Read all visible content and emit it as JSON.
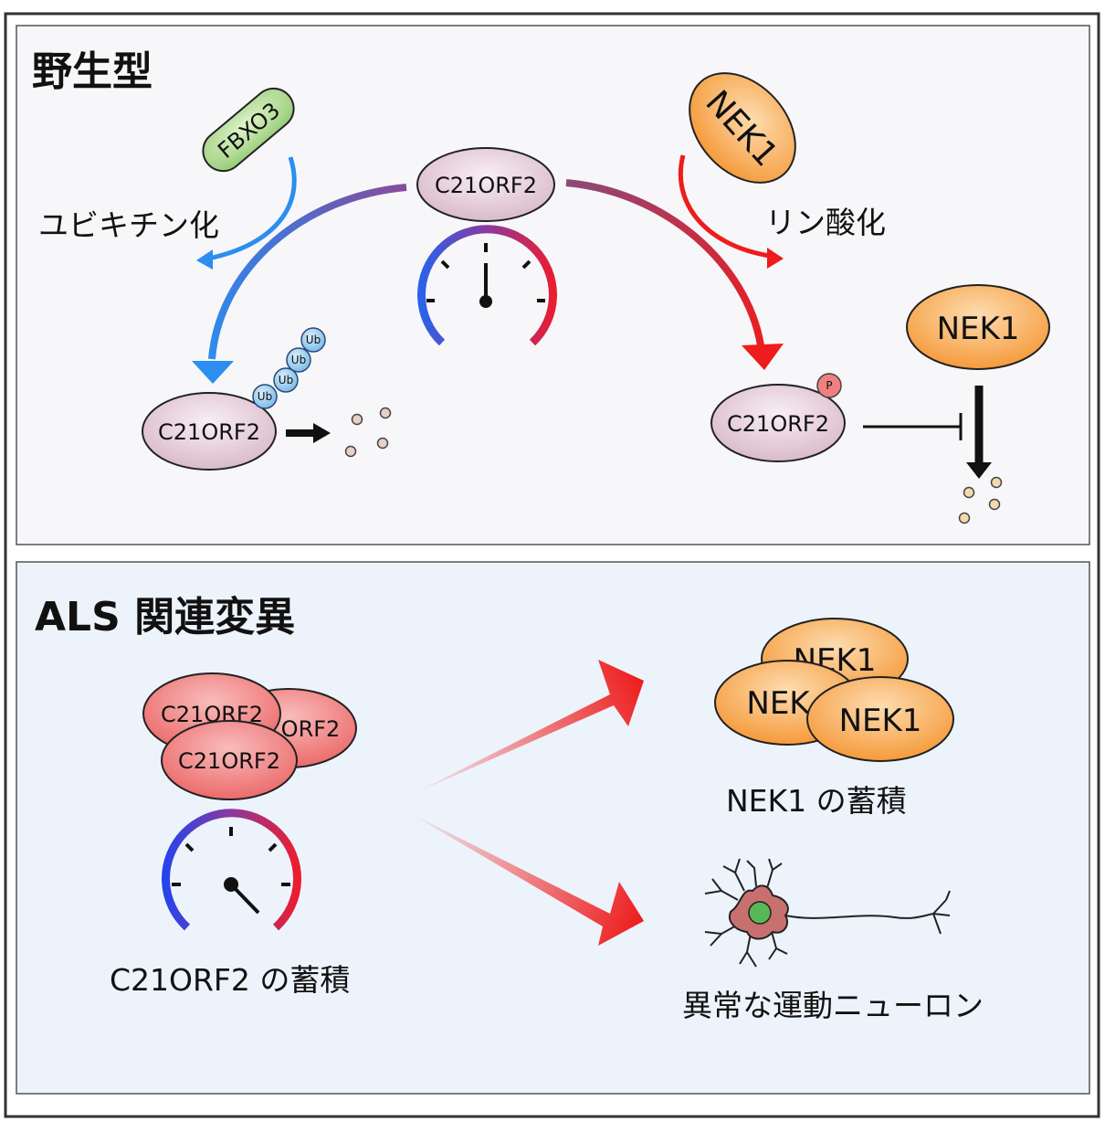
{
  "panels": {
    "wild_type": {
      "title": "野生型"
    },
    "als": {
      "title": "ALS 関連変異"
    }
  },
  "proteins": {
    "c21orf2": "C21ORF2",
    "c21orf2_partial": "ORF2",
    "fbxo3": "FBXO3",
    "nek1": "NEK1",
    "nek1_partial": "NEK",
    "ub": "Ub",
    "p": "P"
  },
  "labels": {
    "ubiquitination": "ユビキチン化",
    "phosphorylation": "リン酸化",
    "nek1_accumulation": "NEK1 の蓄積",
    "c21orf2_accumulation": "C21ORF2 の蓄積",
    "abnormal_motor_neuron": "異常な運動ニューロン"
  },
  "colors": {
    "ubiquitination_arrow": "#2b8ef0",
    "phosphorylation_arrow": "#ee1c1c",
    "c21orf2_wild_type": "#ead8e2",
    "c21orf2_mutant": "#f28a8a",
    "fbxo3": "#a8d888",
    "nek1": "#f8a848",
    "ubiquitin": "#8ec8ee",
    "phospho": "#f08080",
    "neuron_body": "#c87070",
    "nucleus": "#58b858",
    "als_background": "#edf3fb"
  }
}
